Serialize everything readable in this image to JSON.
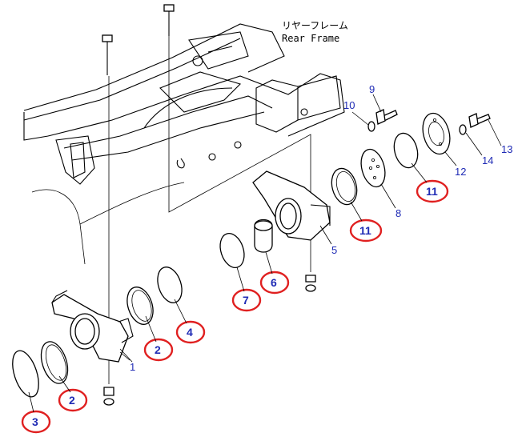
{
  "title_jp": "リヤーフレーム",
  "title_en": "Rear Frame",
  "colors": {
    "label": "#1f2bb5",
    "highlight": "#e02020"
  },
  "labels": {
    "p1": "1",
    "p2a": "2",
    "p2b": "2",
    "p3": "3",
    "p4": "4",
    "p5": "5",
    "p6": "6",
    "p7": "7",
    "p8": "8",
    "p9": "9",
    "p10": "10",
    "p11a": "11",
    "p11b": "11",
    "p12": "12",
    "p13": "13",
    "p14": "14"
  },
  "highlighted": [
    "2",
    "3",
    "4",
    "6",
    "7",
    "11"
  ]
}
